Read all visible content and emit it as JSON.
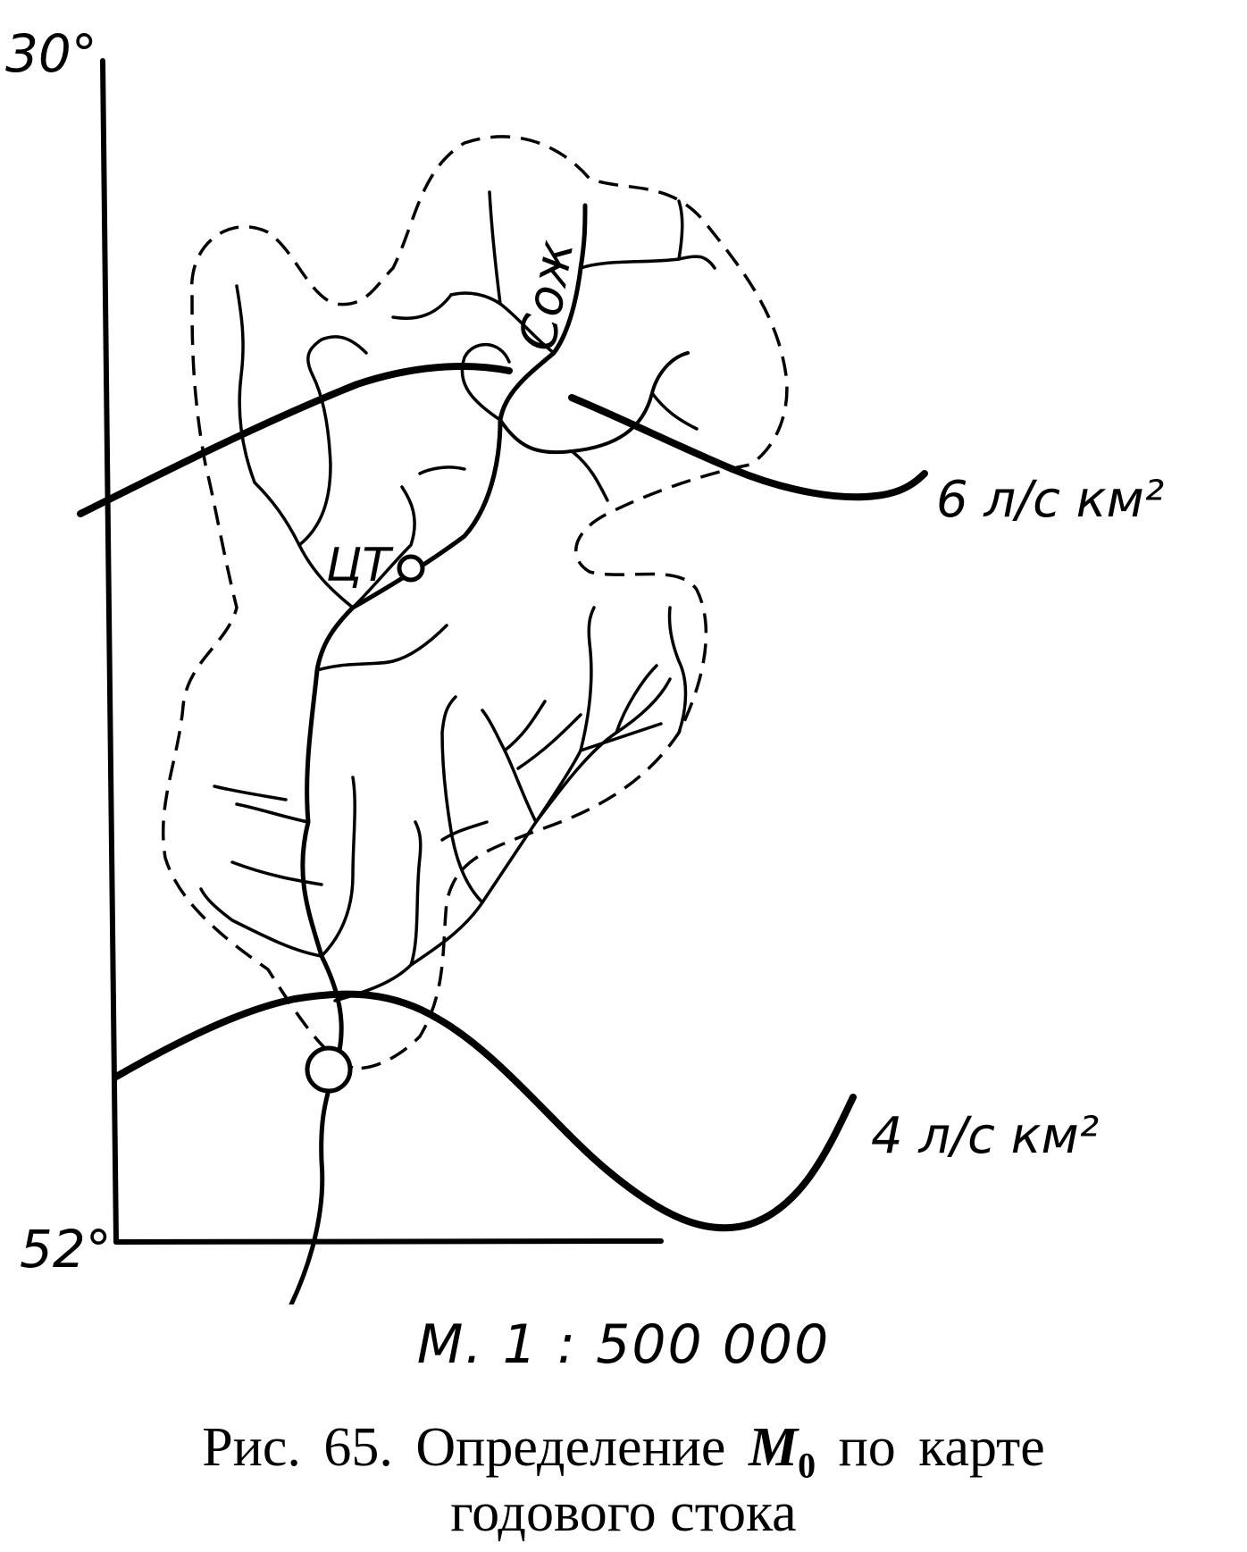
{
  "map": {
    "lat_label_top": "30°",
    "lat_label_bottom": "52°",
    "river_name": "Сож",
    "centroid_label": "ЦТ",
    "isoline_upper_label": "6 л/с км²",
    "isoline_lower_label": "4 л/с км²"
  },
  "scale": "М. 1 : 500 000",
  "caption": {
    "line1_prefix": "Рис. 65.  Определение",
    "symbol": "M",
    "symbol_sub": "0",
    "line1_suffix": "по  карте",
    "line2": "годового стока"
  }
}
